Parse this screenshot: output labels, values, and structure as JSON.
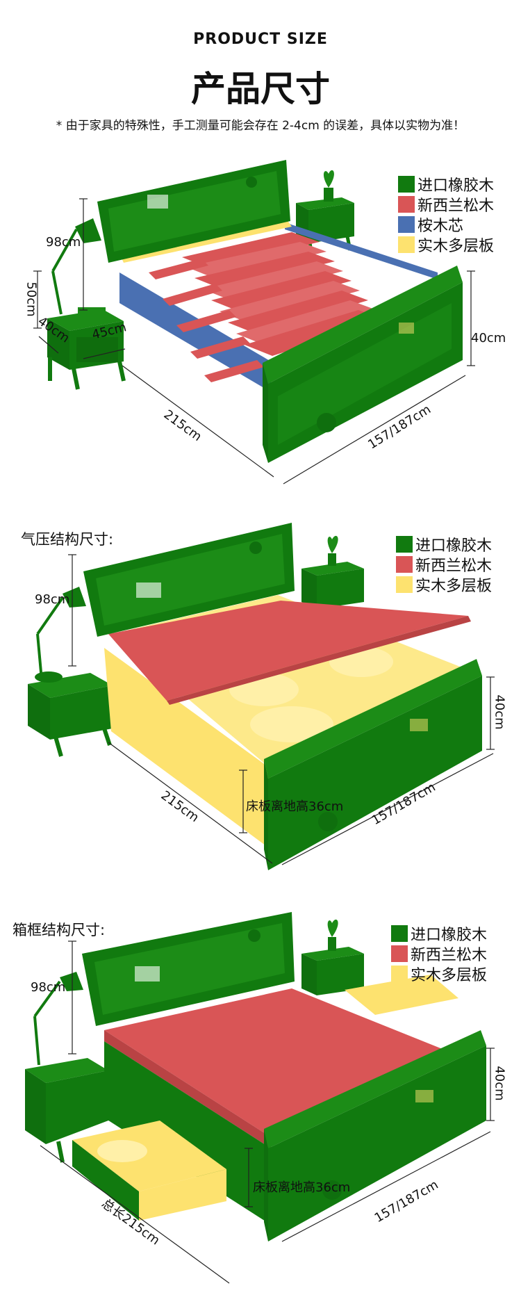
{
  "header": {
    "title_en": "PRODUCT SIZE",
    "title_cn": "产品尺寸",
    "note": "* 由于家具的特殊性，手工测量可能会存在 2-4cm 的误差，具体以实物为准！"
  },
  "colors": {
    "green": "#117a0f",
    "red": "#d95556",
    "blue": "#4a70b2",
    "yellow": "#fde26f"
  },
  "sections": [
    {
      "title": "",
      "legend": [
        {
          "label": "进口橡胶木",
          "color": "#117a0f"
        },
        {
          "label": "新西兰松木",
          "color": "#d95556"
        },
        {
          "label": "桉木芯",
          "color": "#4a70b2"
        },
        {
          "label": "实木多层板",
          "color": "#fde26f"
        }
      ],
      "dims": {
        "headboard": "98cm",
        "table_h": "50cm",
        "table_d": "40cm",
        "table_w": "45cm",
        "length": "215cm",
        "width": "157/187cm",
        "footboard": "40cm"
      }
    },
    {
      "title": "气压结构尺寸:",
      "legend": [
        {
          "label": "进口橡胶木",
          "color": "#117a0f"
        },
        {
          "label": "新西兰松木",
          "color": "#d95556"
        },
        {
          "label": "实木多层板",
          "color": "#fde26f"
        }
      ],
      "dims": {
        "headboard": "98cm",
        "length": "215cm",
        "width": "157/187cm",
        "footboard": "40cm",
        "clearance": "床板离地高36cm"
      }
    },
    {
      "title": "箱框结构尺寸:",
      "legend": [
        {
          "label": "进口橡胶木",
          "color": "#117a0f"
        },
        {
          "label": "新西兰松木",
          "color": "#d95556"
        },
        {
          "label": "实木多层板",
          "color": "#fde26f"
        }
      ],
      "dims": {
        "headboard": "98cm",
        "length": "总长215cm",
        "width": "157/187cm",
        "footboard": "40cm",
        "clearance": "床板离地高36cm"
      }
    }
  ]
}
